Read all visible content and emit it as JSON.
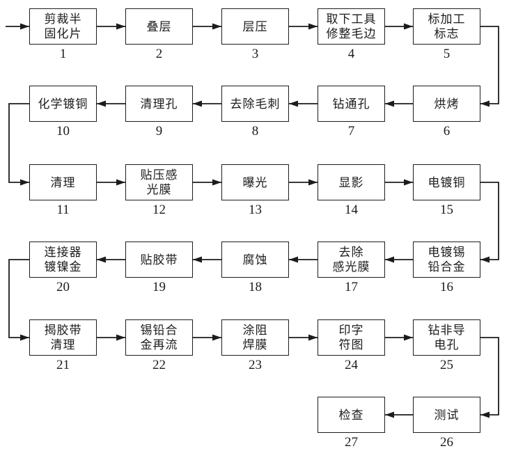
{
  "diagram": {
    "type": "flowchart",
    "description": "Printed circuit board manufacturing process flow, 27 numbered steps in a serpentine layout",
    "colors": {
      "line": "#1c1c1c",
      "box_border": "#1c1c1c",
      "box_fill": "#ffffff",
      "text": "#1c1c1c",
      "background": "#ffffff"
    },
    "steps": [
      {
        "num": "1",
        "lines": [
          "剪裁半",
          "固化片"
        ]
      },
      {
        "num": "2",
        "lines": [
          "叠层"
        ]
      },
      {
        "num": "3",
        "lines": [
          "层压"
        ]
      },
      {
        "num": "4",
        "lines": [
          "取下工具",
          "修整毛边"
        ]
      },
      {
        "num": "5",
        "lines": [
          "标加工",
          "标志"
        ]
      },
      {
        "num": "6",
        "lines": [
          "烘烤"
        ]
      },
      {
        "num": "7",
        "lines": [
          "钻通孔"
        ]
      },
      {
        "num": "8",
        "lines": [
          "去除毛刺"
        ]
      },
      {
        "num": "9",
        "lines": [
          "清理孔"
        ]
      },
      {
        "num": "10",
        "lines": [
          "化学镀铜"
        ]
      },
      {
        "num": "11",
        "lines": [
          "清理"
        ]
      },
      {
        "num": "12",
        "lines": [
          "贴压感",
          "光膜"
        ]
      },
      {
        "num": "13",
        "lines": [
          "曝光"
        ]
      },
      {
        "num": "14",
        "lines": [
          "显影"
        ]
      },
      {
        "num": "15",
        "lines": [
          "电镀铜"
        ]
      },
      {
        "num": "16",
        "lines": [
          "电镀锡",
          "铅合金"
        ]
      },
      {
        "num": "17",
        "lines": [
          "去除",
          "感光膜"
        ]
      },
      {
        "num": "18",
        "lines": [
          "腐蚀"
        ]
      },
      {
        "num": "19",
        "lines": [
          "贴胶带"
        ]
      },
      {
        "num": "20",
        "lines": [
          "连接器",
          "镀镍金"
        ]
      },
      {
        "num": "21",
        "lines": [
          "揭胶带",
          "清理"
        ]
      },
      {
        "num": "22",
        "lines": [
          "锡铅合",
          "金再流"
        ]
      },
      {
        "num": "23",
        "lines": [
          "涂阻",
          "焊膜"
        ]
      },
      {
        "num": "24",
        "lines": [
          "印字",
          "符图"
        ]
      },
      {
        "num": "25",
        "lines": [
          "钻非导",
          "电孔"
        ]
      },
      {
        "num": "26",
        "lines": [
          "测试"
        ]
      },
      {
        "num": "27",
        "lines": [
          "检查"
        ]
      }
    ],
    "flow_order": "1→2→3→4→5→6→7→8→9→10→11→12→13→14→15→16→17→18→19→20→21→22→23→24→25→26→27"
  }
}
